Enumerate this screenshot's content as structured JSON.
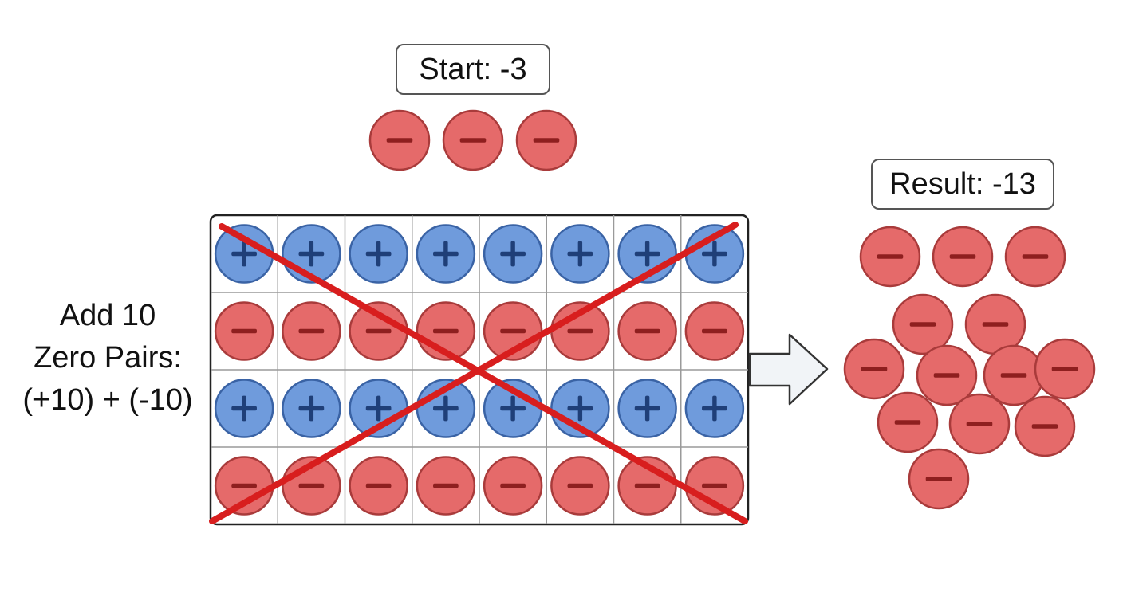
{
  "start": {
    "label": "Start: -3",
    "count": 3
  },
  "result": {
    "label": "Result: -13",
    "count": 13
  },
  "zero_pairs": {
    "lines": [
      "Add 10",
      "Zero Pairs:",
      "(+10) + (-10)"
    ],
    "grid_rows": [
      [
        "+",
        "+",
        "+",
        "+",
        "+",
        "+",
        "+",
        "+"
      ],
      [
        "-",
        "-",
        "-",
        "-",
        "-",
        "-",
        "-",
        "-"
      ],
      [
        "+",
        "+",
        "+",
        "+",
        "+",
        "+",
        "+",
        "+"
      ],
      [
        "-",
        "-",
        "-",
        "-",
        "-",
        "-",
        "-",
        "-"
      ]
    ],
    "crossed_out": true
  },
  "colors": {
    "negative_fill": "#e56a6a",
    "negative_stroke": "#a93b3b",
    "negative_sign": "#8e1f1f",
    "positive_fill": "#6f9bdc",
    "positive_stroke": "#3a63a5",
    "positive_sign": "#1f3f78",
    "cross_line": "#d81e1e",
    "grid_line": "#9a9a9a",
    "arrow_fill": "#f1f4f7",
    "arrow_stroke": "#333333"
  },
  "icons": {
    "negative": "minus-sign-icon",
    "positive": "plus-sign-icon",
    "transition": "right-arrow-icon"
  }
}
